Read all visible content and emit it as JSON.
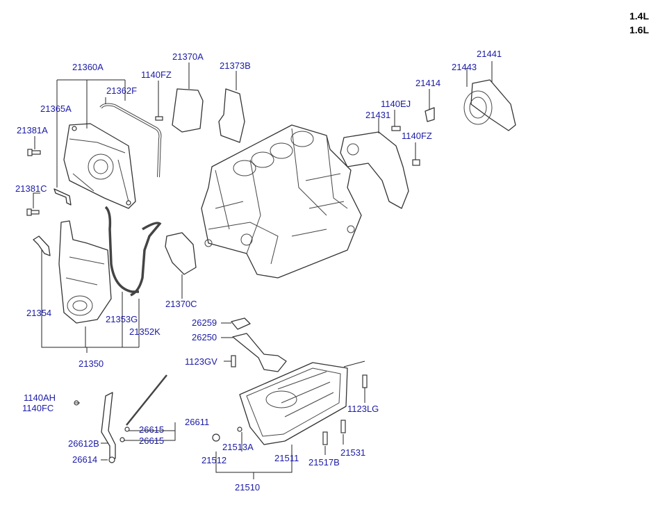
{
  "engine": [
    "1.4L",
    "1.6L"
  ],
  "labels": {
    "l21360A": "21360A",
    "l21362F": "21362F",
    "l21365A": "21365A",
    "l21381A": "21381A",
    "l21381C": "21381C",
    "l1140FZ_a": "1140FZ",
    "l21370A": "21370A",
    "l21373B": "21373B",
    "l21354": "21354",
    "l21353G": "21353G",
    "l21352K": "21352K",
    "l21350": "21350",
    "l21370C": "21370C",
    "l21441": "21441",
    "l21443": "21443",
    "l21414": "21414",
    "l1140EJ": "1140EJ",
    "l21431": "21431",
    "l1140FZ_b": "1140FZ",
    "l26259": "26259",
    "l26250": "26250",
    "l1123GV": "1123GV",
    "l1123LG": "1123LG",
    "l1140AH": "1140AH",
    "l1140FC": "1140FC",
    "l26611": "26611",
    "l26615_a": "26615",
    "l26615_b": "26615",
    "l26612B": "26612B",
    "l26614": "26614",
    "l21513A": "21513A",
    "l21512": "21512",
    "l21511": "21511",
    "l21531": "21531",
    "l21517B": "21517B",
    "l21510": "21510"
  }
}
